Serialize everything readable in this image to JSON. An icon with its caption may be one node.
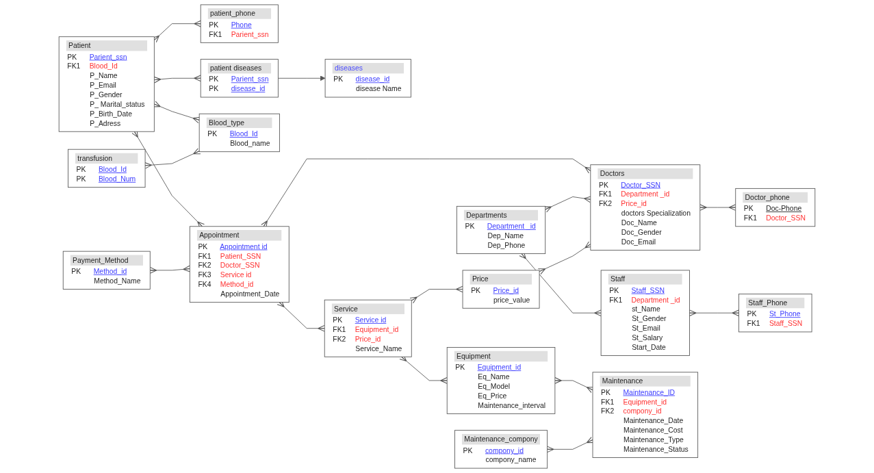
{
  "diagram": {
    "nodes": [
      {
        "text": [
          "Patient",
          "PK Parient_ssn",
          "FK1 Blood_Id",
          "P_Name",
          "P_Email",
          "P_Gender",
          "P_ Marital_status",
          "P_Birth_Date",
          "P_Adress"
        ]
      },
      {
        "text": [
          "patient_phone",
          "PK Phone",
          "FK1 Parient_ssn"
        ]
      },
      {
        "text": [
          "Staff",
          "PK Staff_SSN",
          "FK1 Department _id",
          "st_Name",
          "St_Gender",
          "St_Email",
          "St_Salary",
          "Start_Date"
        ]
      },
      {
        "text": [
          "Staff_Phone",
          "PK St_Phone",
          "FK1 Staff_SSN"
        ]
      },
      {
        "text": [
          "patient diseases",
          "PK Parient_ssn",
          "PK disease_id"
        ]
      },
      {
        "text": [
          "diseases",
          "PK disease_id",
          "disease Name"
        ]
      },
      {
        "text": [
          "Payment_Method",
          "PK Method_id",
          "Method_Name"
        ]
      },
      {
        "text": [
          "transfusion",
          "PK Blood_Id",
          "PK Blood_Num"
        ]
      },
      {
        "text": [
          "Blood_type",
          "PK Blood_Id",
          "Blood_name"
        ]
      },
      {
        "text": [
          "Doctors",
          "PK Doctor_SSN",
          "FK1 Department _id",
          "FK2 Price_id",
          "doctors Specialization",
          "Doc_Name",
          "Doc_Gender",
          "Doc_Email"
        ]
      },
      {
        "text": [
          "Doctor_phone",
          "PK Doc-Phone",
          "FK1 Doctor_SSN"
        ]
      },
      {
        "text": [
          "Departments",
          "PK Department _id",
          "Dep_Name",
          "Dep_Phone"
        ]
      },
      {
        "text": [
          "Appointment",
          "PK Appointment id",
          "FK1 Patient_SSN",
          "FK2 Doctor_SSN",
          "FK3 Service id",
          "FK4 Method_id",
          "Appointment_Date"
        ]
      },
      {
        "text": [
          "Price",
          "PK Price_id",
          "price_value"
        ]
      },
      {
        "text": [
          "Service",
          "PK Service id",
          "FK1 Equipment_id",
          "FK2 Price_id",
          "Service_Name"
        ]
      },
      {
        "text": [
          "Equipment",
          "PK Equipment_id",
          "Eq_Name",
          "Eq_Model",
          "Eq_Price",
          "Maintenance_interval"
        ]
      },
      {
        "text": [
          "Maintenance",
          "PK Maintenance_ID",
          "FK1 Equipment_id",
          "FK2 compony_id",
          "Maintenance_Date",
          "Maintenance_Cost",
          "Maintenance_Type",
          "Maintenance_Status"
        ]
      },
      {
        "text": [
          "Maintenance_compony",
          "PK compony_id",
          "compony_name"
        ]
      }
    ],
    "edges": [
      {
        "from": 0,
        "to": 12,
        "arrow": "other"
      },
      {
        "from": 0,
        "to": 4,
        "arrow": "other"
      },
      {
        "from": 4,
        "to": 5,
        "arrow": "to"
      },
      {
        "from": 0,
        "to": 1,
        "arrow": "other"
      },
      {
        "from": 0,
        "to": 8,
        "arrow": "other"
      },
      {
        "from": 7,
        "to": 8,
        "arrow": "other"
      },
      {
        "from": 6,
        "to": 12,
        "arrow": "other"
      },
      {
        "from": 12,
        "to": 9,
        "arrow": "other"
      },
      {
        "from": 12,
        "to": 14,
        "arrow": "other"
      },
      {
        "from": 11,
        "to": 2,
        "arrow": "other"
      },
      {
        "from": 11,
        "to": 9,
        "arrow": "other"
      },
      {
        "from": 2,
        "to": 3,
        "arrow": "other"
      },
      {
        "from": 9,
        "to": 10,
        "arrow": "other"
      },
      {
        "from": 13,
        "to": 9,
        "arrow": "other"
      },
      {
        "from": 14,
        "to": 13,
        "arrow": "other"
      },
      {
        "from": 14,
        "to": 15,
        "arrow": "other"
      },
      {
        "from": 15,
        "to": 16,
        "arrow": "other"
      },
      {
        "from": 17,
        "to": 16,
        "arrow": "other"
      }
    ]
  }
}
